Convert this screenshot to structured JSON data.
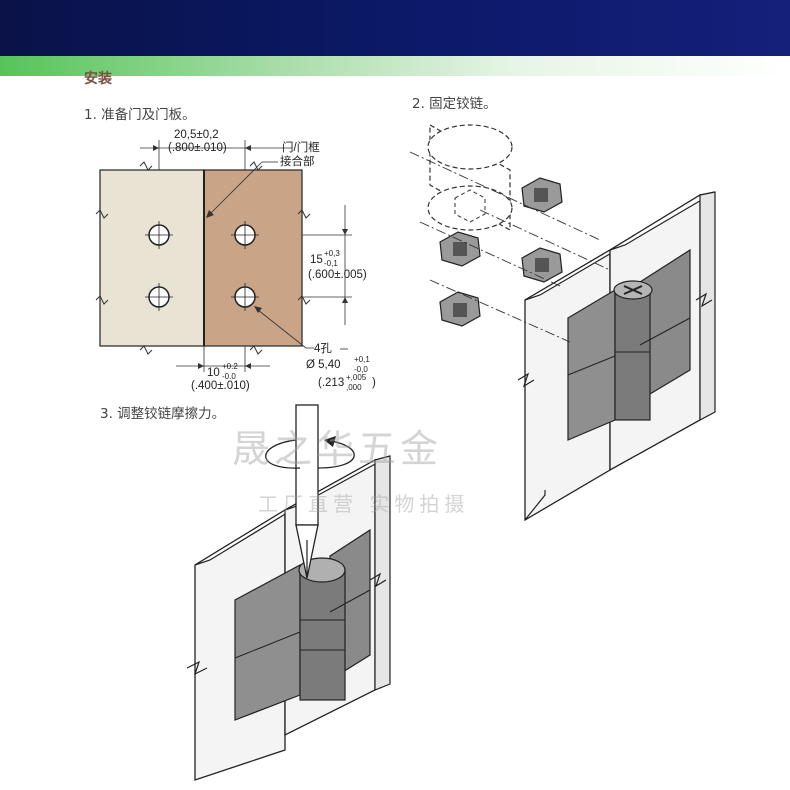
{
  "header": {
    "title": "安装"
  },
  "steps": {
    "step1": "1. 准备门及门板。",
    "step2": "2. 固定铰链。",
    "step3": "3. 调整铰链摩擦力。"
  },
  "drawing1": {
    "dim_top_mm": "20,5±0,2",
    "dim_top_in": "(.800±.010)",
    "label_door": "门/门框",
    "label_joint": "接合部",
    "dim_right_mm": "15",
    "dim_right_tol_plus": "+0,3",
    "dim_right_tol_minus": "-0,1",
    "dim_right_in": "(.600±.005)",
    "dim_bottom_mm": "10",
    "dim_bottom_tol_plus": "+0.2",
    "dim_bottom_tol_minus": "-0.0",
    "dim_bottom_in": "(.400±.010)",
    "holes_label": "4孔",
    "hole_dia": "Ø 5,40",
    "hole_tol_plus": "+0,1",
    "hole_tol_minus": "-0,0",
    "hole_in": "(.213",
    "hole_in_tol_plus": "+,005",
    "hole_in_tol_minus": ",000",
    "hole_in_close": ")"
  },
  "watermark": {
    "line1": "晟之华五金",
    "line2": "工厂直营  实物拍摄"
  },
  "colors": {
    "banner": "#0b1a6a",
    "panel_left": "#e8e3d3",
    "panel_right": "#c9a487",
    "hinge": "#8a8a8a"
  }
}
